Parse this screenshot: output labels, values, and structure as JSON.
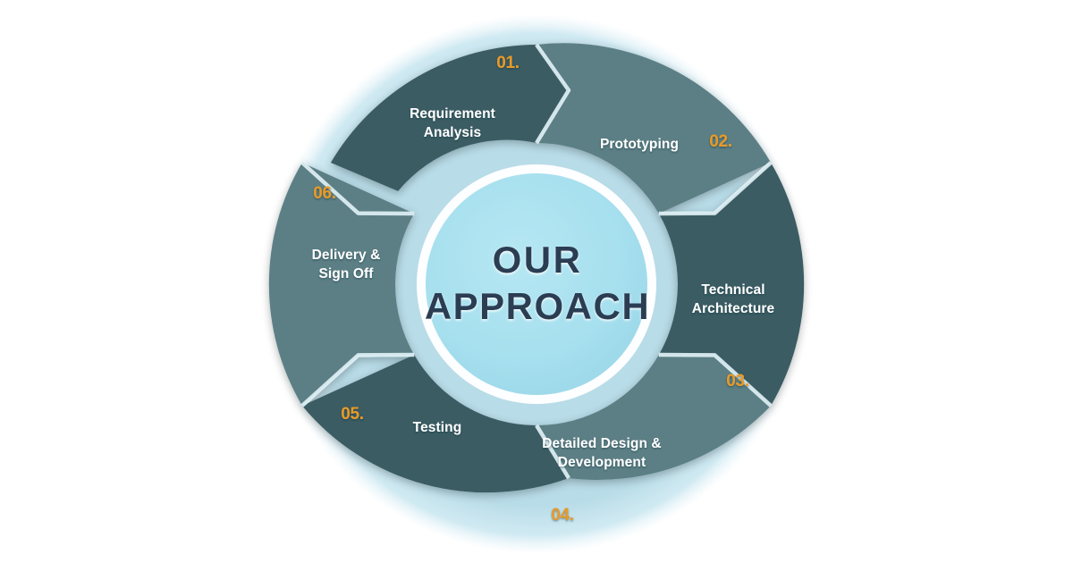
{
  "diagram": {
    "title_line_1": "OUR",
    "title_line_2": "APPROACH",
    "type": "circular-process-wheel",
    "segment_count": 6,
    "background_color": "#ffffff",
    "colors": {
      "outer_halo": "#b8dce8",
      "segment_dark": "#3a5c63",
      "segment_light": "#5c7f85",
      "inner_circle": "#a8e0ee",
      "inner_ring": "#ffffff",
      "number_accent": "#e89a28",
      "label_text": "#ffffff",
      "title_text": "#2c3e52"
    },
    "segments": [
      {
        "number": "01.",
        "label_line_1": "Requirement",
        "label_line_2": "Analysis",
        "tone": "dark"
      },
      {
        "number": "02.",
        "label_line_1": "Prototyping",
        "label_line_2": "",
        "tone": "light"
      },
      {
        "number": "03.",
        "label_line_1": "Technical",
        "label_line_2": "Architecture",
        "tone": "dark"
      },
      {
        "number": "04.",
        "label_line_1": "Detailed Design &",
        "label_line_2": "Development",
        "tone": "light"
      },
      {
        "number": "05.",
        "label_line_1": "Testing",
        "label_line_2": "",
        "tone": "dark"
      },
      {
        "number": "06.",
        "label_line_1": "Delivery &",
        "label_line_2": "Sign Off",
        "tone": "light"
      }
    ]
  },
  "chart_data": {
    "type": "pie",
    "title": "OUR APPROACH",
    "categories": [
      "Requirement Analysis",
      "Prototyping",
      "Technical Architecture",
      "Detailed Design & Development",
      "Testing",
      "Delivery & Sign Off"
    ],
    "values": [
      1,
      1,
      1,
      1,
      1,
      1
    ],
    "labels": [
      "01.",
      "02.",
      "03.",
      "04.",
      "05.",
      "06."
    ],
    "legend": "none",
    "grid": false
  }
}
